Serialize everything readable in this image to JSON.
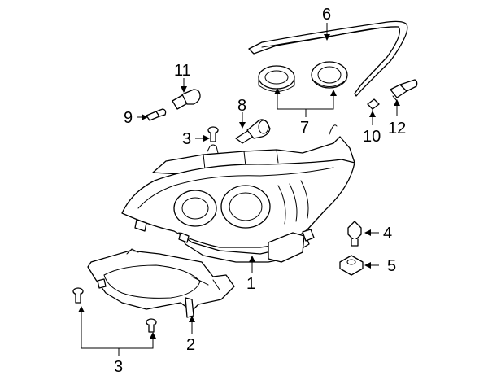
{
  "callouts": {
    "c1": "1",
    "c2": "2",
    "c3a": "3",
    "c3b": "3",
    "c4": "4",
    "c5": "5",
    "c6": "6",
    "c7": "7",
    "c8": "8",
    "c9": "9",
    "c10": "10",
    "c11": "11",
    "c12": "12"
  }
}
